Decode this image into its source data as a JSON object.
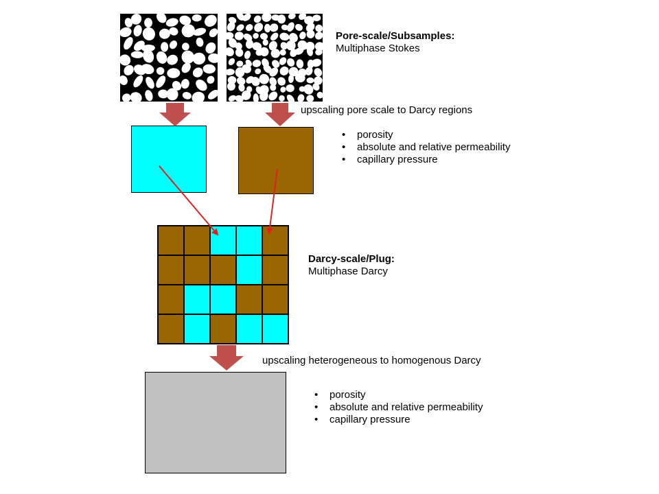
{
  "colors": {
    "cyan": "#00ffff",
    "brown": "#996600",
    "gray": "#c0c0c0",
    "block_arrow": "#c0504d",
    "link_arrow": "#e02020"
  },
  "pore_scale": {
    "title": "Pore-scale/Subsamples:",
    "subtitle": "Multiphase Stokes"
  },
  "upscale_1": "upscaling pore scale to Darcy regions",
  "properties_1": [
    "porosity",
    "absolute and relative permeability",
    "capillary pressure"
  ],
  "darcy_scale": {
    "title": "Darcy-scale/Plug:",
    "subtitle": "Multiphase Darcy"
  },
  "upscale_2": "upscaling heterogeneous to homogenous Darcy",
  "properties_2": [
    "porosity",
    "absolute and relative permeability",
    "capillary pressure"
  ],
  "grid": [
    [
      "brown",
      "brown",
      "cyan",
      "cyan",
      "brown"
    ],
    [
      "brown",
      "brown",
      "brown",
      "cyan",
      "brown"
    ],
    [
      "brown",
      "cyan",
      "cyan",
      "brown",
      "brown"
    ],
    [
      "brown",
      "cyan",
      "brown",
      "cyan",
      "cyan"
    ]
  ]
}
